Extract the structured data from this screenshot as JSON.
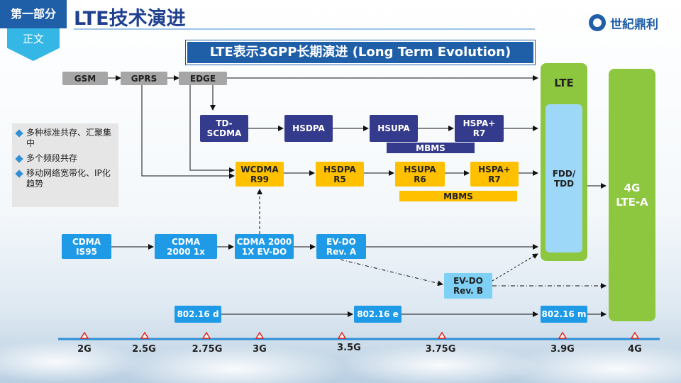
{
  "header": {
    "section_label": "第一部分",
    "section_sub": "正文",
    "title": "LTE技术演进",
    "brand": "世紀鼎利"
  },
  "banner": "LTE表示3GPP长期演进 (Long Term Evolution)",
  "nodes": {
    "gsm": "GSM",
    "gprs": "GPRS",
    "edge": "EDGE",
    "td_scdma": "TD-\nSCDMA",
    "hsdpa_td": "HSDPA",
    "hsupa_td": "HSUPA",
    "hspa_plus_td": "HSPA+\nR7",
    "wcdma": "WCDMA\nR99",
    "hsdpa": "HSDPA\nR5",
    "hsupa": "HSUPA\nR6",
    "hspa_plus": "HSPA+\nR7",
    "cdma_is95": "CDMA\nIS95",
    "cdma2000_1x": "CDMA\n2000 1x",
    "cdma2000_evdo": "CDMA 2000\n1X EV-DO",
    "evdo_a": "EV-DO\nRev. A",
    "evdo_b": "EV-DO\nRev. B",
    "wimax_d": "802.16 d",
    "wimax_e": "802.16 e",
    "wimax_m": "802.16 m"
  },
  "mbms_top": "MBMS",
  "mbms_bottom": "MBMS",
  "lte": {
    "label": "LTE",
    "inner": "FDD/\nTDD"
  },
  "g4": {
    "label": "4G\nLTE-A"
  },
  "bullets": [
    "多种标准共存、汇聚集中",
    "多个频段共存",
    "移动网络宽带化、IP化趋势"
  ],
  "timeline": [
    "2G",
    "2.5G",
    "2.75G",
    "3G",
    "3.5G",
    "3.75G",
    "3.9G",
    "4G"
  ],
  "colors": {
    "gray": "#a6a6a6",
    "navy": "#343a8c",
    "yellow": "#ffc000",
    "blue": "#1e9ae6",
    "lightblue": "#7fd0f5",
    "green": "#8dc63f",
    "timeline": "#2f8fd6"
  }
}
